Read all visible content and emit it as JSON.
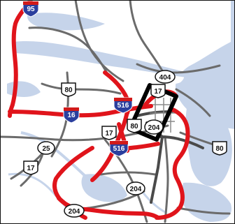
{
  "map": {
    "colors": {
      "water": "#c6d4ea",
      "land": "#ffffff",
      "road_gray": "#6b6b6b",
      "road_dark": "#4a4a4a",
      "congestion_red": "#e0141b",
      "interstate_blue": "#2b3f9e",
      "interstate_red": "#d11a1a",
      "label_outline": "#111111",
      "highlight_box": "#000000"
    },
    "interstate_shields": [
      {
        "number": "95"
      },
      {
        "number": "16"
      },
      {
        "number": "516"
      },
      {
        "number": "516"
      }
    ],
    "route_markers": [
      {
        "number": "404",
        "shape": "oval"
      },
      {
        "number": "17",
        "shape": "us"
      },
      {
        "number": "80",
        "shape": "us"
      },
      {
        "number": "80",
        "shape": "us"
      },
      {
        "number": "204",
        "shape": "oval"
      },
      {
        "number": "17",
        "shape": "us"
      },
      {
        "number": "25",
        "shape": "oval"
      },
      {
        "number": "17",
        "shape": "us"
      },
      {
        "number": "204",
        "shape": "oval"
      },
      {
        "number": "204",
        "shape": "oval"
      },
      {
        "number": "80",
        "shape": "us"
      }
    ]
  }
}
